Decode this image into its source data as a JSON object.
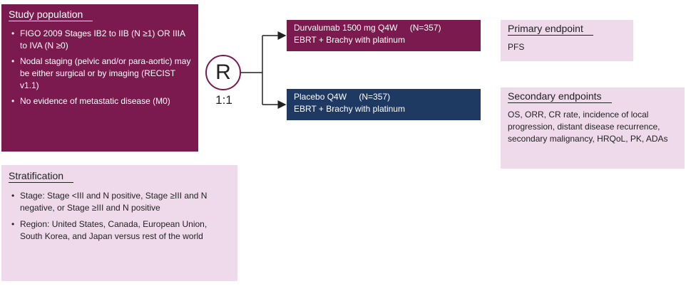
{
  "study_population": {
    "header": "Study population",
    "items": [
      "FIGO 2009 Stages IB2 to IIB (N ≥1) OR IIIA to IVA (N ≥0)",
      "Nodal staging (pelvic and/or para-aortic) may be either surgical or by imaging (RECIST v1.1)",
      "No evidence of metastatic disease (M0)"
    ]
  },
  "stratification": {
    "header": "Stratification",
    "items": [
      "Stage: Stage <III and N positive, Stage ≥III and N negative, or Stage ≥III and N positive",
      "Region: United States, Canada, European Union, South Korea, and Japan versus rest of the world"
    ]
  },
  "randomization": {
    "symbol": "R",
    "ratio": "1:1"
  },
  "arms": [
    {
      "label": "Durvalumab 1500 mg Q4W",
      "n": "(N=357)",
      "treatment": "EBRT + Brachy with platinum",
      "color": "#7b1a4e"
    },
    {
      "label": "Placebo Q4W",
      "n": "(N=357)",
      "treatment": "EBRT + Brachy with platinum",
      "color": "#1e3a62"
    }
  ],
  "primary_endpoint": {
    "header": "Primary endpoint",
    "text": "PFS"
  },
  "secondary_endpoints": {
    "header": "Secondary endpoints",
    "text": "OS, ORR, CR rate, incidence of local progression, distant disease recurrence, secondary malignancy, HRQoL, PK, ADAs"
  }
}
